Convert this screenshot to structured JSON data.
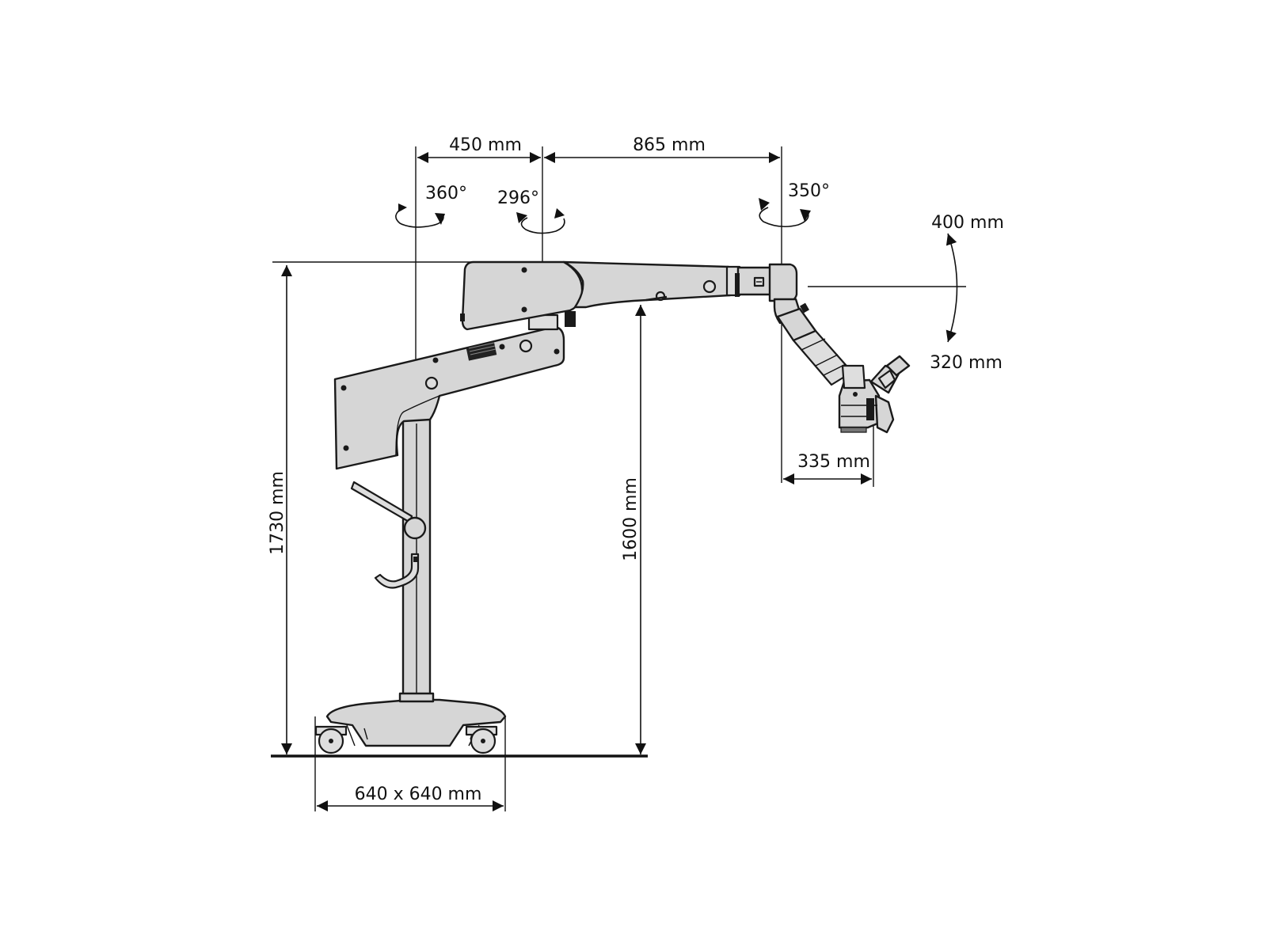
{
  "dimensions": {
    "column_to_joint": "450 mm",
    "joint_to_suspension": "865 mm",
    "rotation_column": "360°",
    "rotation_joint": "296°",
    "rotation_suspension": "350°",
    "tilt_up": "400 mm",
    "tilt_down": "320 mm",
    "optics_offset": "335 mm",
    "total_height": "1730 mm",
    "arm_height": "1600 mm",
    "footprint": "640 x 640 mm"
  },
  "colors": {
    "device_body": "#d6d6d6",
    "outline": "#1a1a1a",
    "dimension_lines": "#111111"
  }
}
